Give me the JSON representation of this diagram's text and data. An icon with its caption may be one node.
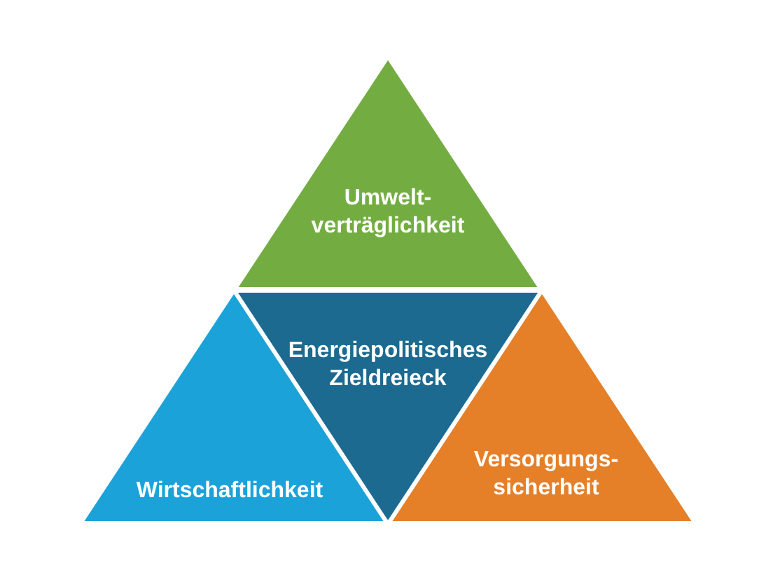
{
  "diagram": {
    "nodes": [
      {
        "text": [
          "Umwelt- verträglichkeit"
        ]
      },
      {
        "text": [
          "Energiepolitisches Zieldreieck"
        ]
      },
      {
        "text": [
          "Wirtschaftlichkeit"
        ]
      },
      {
        "text": [
          "Versorgungs- sicherheit"
        ]
      }
    ]
  }
}
